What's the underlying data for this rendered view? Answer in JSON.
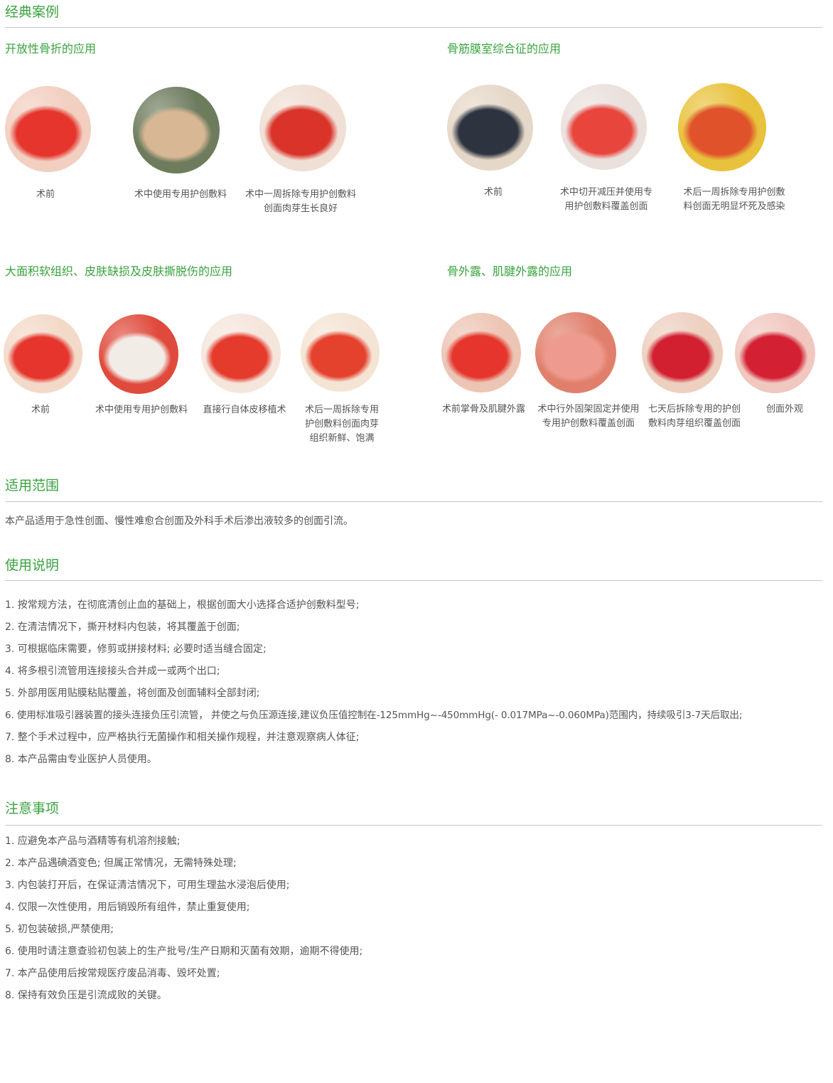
{
  "header": {
    "title": "经典案例"
  },
  "cases": [
    {
      "title": "开放性骨折的应用",
      "items": [
        {
          "caption": "术前",
          "wound": "#e5352c",
          "skin": "#f2cfc0"
        },
        {
          "caption": "术中使用专用护创敷料",
          "wound": "#d8b894",
          "skin": "#6e7c5e"
        },
        {
          "caption": "术中一周拆除专用护创敷料\n创面肉芽生长良好",
          "wound": "#d9332a",
          "skin": "#f0dfd4"
        }
      ]
    },
    {
      "title": "骨筋膜室综合征的应用",
      "items": [
        {
          "caption": "术前",
          "wound": "#2e3340",
          "skin": "#e6d8c8"
        },
        {
          "caption": "术中切开减压并使用专\n用护创敷料覆盖创面",
          "wound": "#e8453c",
          "skin": "#eae0dc"
        },
        {
          "caption": "术后一周拆除专用护创敷\n料创面无明显坏死及感染",
          "wound": "#e0522a",
          "skin": "#e8c23c"
        }
      ]
    },
    {
      "title": "大面积软组织、皮肤缺损及皮肤撕脱伤的应用",
      "items": [
        {
          "caption": "术前",
          "wound": "#e5352c",
          "skin": "#f3d9c8"
        },
        {
          "caption": "术中使用专用护创敷料",
          "wound": "#f2ece6",
          "skin": "#e04a3c"
        },
        {
          "caption": "直接行自体皮移植术",
          "wound": "#e53b2c",
          "skin": "#f5e6dc"
        },
        {
          "caption": "术后一周拆除专用\n护创敷料创面肉芽\n组织新鲜、饱满",
          "wound": "#e5422e",
          "skin": "#f4e4d4"
        }
      ]
    },
    {
      "title": "骨外露、肌腱外露的应用",
      "items": [
        {
          "caption": "术前掌骨及肌腱外露",
          "wound": "#e5352c",
          "skin": "#edc5b4"
        },
        {
          "caption": "术中行外固架固定并使用\n专用护创敷料覆盖创面",
          "wound": "#ef9a8e",
          "skin": "#e0806c"
        },
        {
          "caption": "七天后拆除专用的护创\n敷料肉芽组织覆盖创面",
          "wound": "#d22030",
          "skin": "#edd0c0"
        },
        {
          "caption": "创面外观",
          "wound": "#d42033",
          "skin": "#f0c8c0"
        }
      ]
    }
  ],
  "scope": {
    "title": "适用范围",
    "text": "本产品适用于急性创面、慢性难愈合创面及外科手术后渗出液较多的创面引流。"
  },
  "usage": {
    "title": "使用说明",
    "items": [
      "1. 按常规方法，在彻底清创止血的基础上，根据创面大小选择合适护创敷料型号;",
      "2. 在清洁情况下，撕开材料内包装，将其覆盖于创面;",
      "3. 可根据临床需要，修剪或拼接材料; 必要时适当缝合固定;",
      "4. 将多根引流管用连接接头合并成一或两个出口;",
      "5. 外部用医用贴膜粘贴覆盖，将创面及创面辅料全部封闭;",
      "6. 使用标准吸引器装置的接头连接负压引流管， 并使之与负压源连接,建议负压值控制在-125mmHg~-450mmHg(- 0.017MPa~-0.060MPa)范围内，持续吸引3-7天后取出;",
      "7. 整个手术过程中，应严格执行无菌操作和相关操作规程，并注意观察病人体征;",
      "8. 本产品需由专业医护人员使用。"
    ]
  },
  "notes": {
    "title": "注意事项",
    "items": [
      "1. 应避免本产品与酒精等有机溶剂接触;",
      "2. 本产品遇碘酒变色; 但属正常情况，无需特殊处理;",
      "3. 内包装打开后，在保证清洁情况下，可用生理盐水浸泡后使用;",
      "4. 仅限一次性使用，用后销毁所有组件，禁止重复使用;",
      "5. 初包装破损,严禁使用;",
      "6. 使用时请注意查验初包装上的生产批号/生产日期和灭菌有效期，逾期不得使用;",
      "7. 本产品使用后按常规医疗废品消毒、毁坏处置;",
      "8. 保持有效负压是引流成败的关键。"
    ]
  }
}
